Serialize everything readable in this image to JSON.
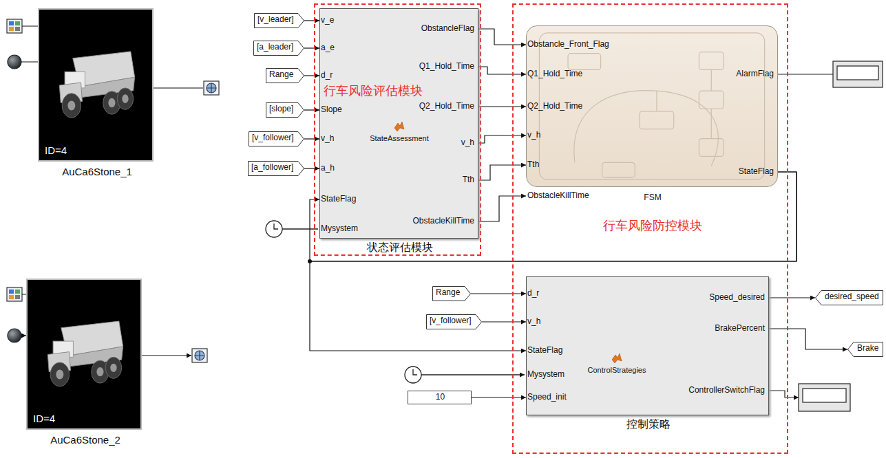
{
  "diagram": {
    "nodes": [
      {
        "text": [
          "ID=4",
          "AuCa6Stone_1"
        ]
      },
      {
        "text": [
          "行车风险评估模块"
        ]
      },
      {
        "text": [
          "StateAssessment",
          "状态评估模块"
        ],
        "in": 1
      },
      {
        "text": [
          "[v_leader]"
        ]
      },
      {
        "text": [
          "[a_leader]"
        ]
      },
      {
        "text": [
          "Range"
        ]
      },
      {
        "text": [
          "[slope]"
        ]
      },
      {
        "text": [
          "[v_follower]"
        ]
      },
      {
        "text": [
          "[a_follower]"
        ]
      },
      {
        "text": [
          "ID=4",
          "AuCa6Stone_2"
        ]
      },
      {
        "text": [
          "行车风险防控模块"
        ]
      },
      {
        "text": [
          "FSM"
        ],
        "in": 10
      },
      {
        "text": [
          "ControlStrategies",
          "控制策略"
        ],
        "in": 10
      },
      {
        "text": [
          "Range"
        ]
      },
      {
        "text": [
          "[v_follower]"
        ]
      },
      {
        "text": [
          "10"
        ]
      },
      {
        "text": [
          "desired_speed"
        ]
      },
      {
        "text": [
          "Brake"
        ]
      }
    ],
    "edges": [
      {
        "from": 3,
        "to": 2,
        "arrow": "to"
      },
      {
        "from": 4,
        "to": 2,
        "arrow": "to"
      },
      {
        "from": 5,
        "to": 2,
        "arrow": "to"
      },
      {
        "from": 6,
        "to": 2,
        "arrow": "to"
      },
      {
        "from": 7,
        "to": 2,
        "arrow": "to"
      },
      {
        "from": 8,
        "to": 2,
        "arrow": "to"
      },
      {
        "from": 2,
        "to": 11,
        "arrow": "to"
      },
      {
        "from": 2,
        "to": 11,
        "arrow": "to"
      },
      {
        "from": 2,
        "to": 11,
        "arrow": "to"
      },
      {
        "from": 2,
        "to": 11,
        "arrow": "to"
      },
      {
        "from": 2,
        "to": 11,
        "arrow": "to"
      },
      {
        "from": 2,
        "to": 11,
        "arrow": "to"
      },
      {
        "from": 11,
        "to": 2,
        "arrow": "to"
      },
      {
        "from": 11,
        "to": 12,
        "arrow": "to"
      },
      {
        "from": 13,
        "to": 12,
        "arrow": "to"
      },
      {
        "from": 14,
        "to": 12,
        "arrow": "to"
      },
      {
        "from": 15,
        "to": 12,
        "arrow": "to"
      },
      {
        "from": 12,
        "to": 16,
        "arrow": "to"
      },
      {
        "from": 12,
        "to": 17,
        "arrow": "to"
      }
    ],
    "labels": [
      "v_e",
      "a_e",
      "d_r",
      "Slope",
      "v_h",
      "a_h",
      "StateFlag",
      "Mysystem",
      "ObstancleFlag",
      "Q1_Hold_Time",
      "Q2_Hold_Time",
      "v_h",
      "Tth",
      "ObstacleKillTime",
      "Obstancle_Front_Flag",
      "Q1_Hold_Time",
      "Q2_Hold_Time",
      "v_h",
      "Tth",
      "ObstacleKillTime",
      "AlarmFlag",
      "StateFlag",
      "d_r",
      "v_h",
      "StateFlag",
      "Mysystem",
      "Speed_init",
      "Speed_desired",
      "BrakePercent",
      "ControllerSwitchFlag"
    ]
  }
}
